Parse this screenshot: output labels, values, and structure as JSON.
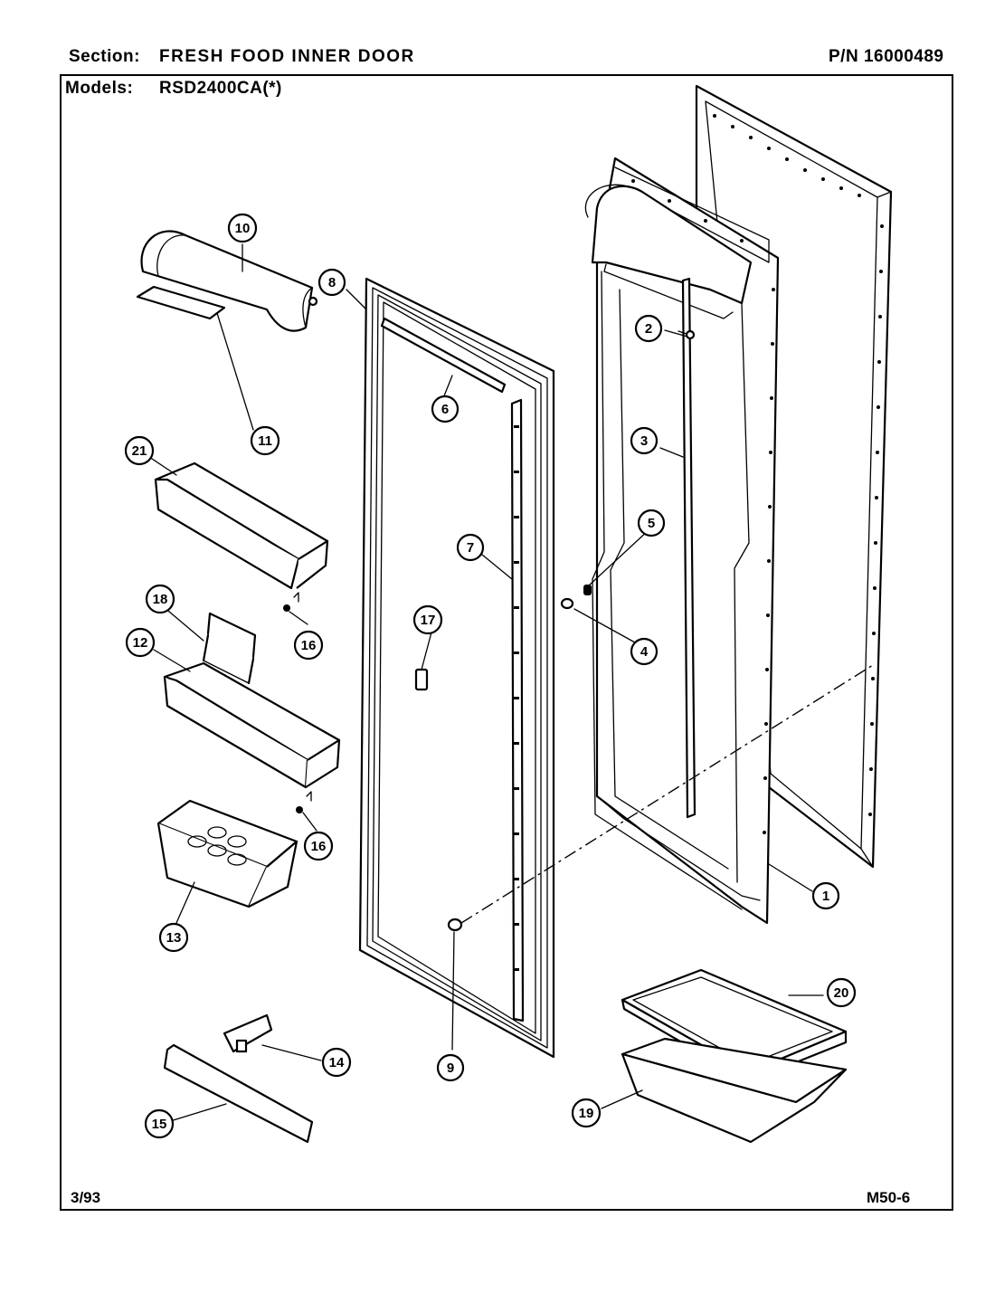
{
  "header": {
    "section_label": "Section:",
    "section_value": "FRESH FOOD INNER DOOR",
    "part_number": "P/N 16000489",
    "models_label": "Models:",
    "models_value": "RSD2400CA(*)"
  },
  "footer": {
    "date": "3/93",
    "code": "M50-6"
  },
  "callouts": {
    "c1": "1",
    "c2": "2",
    "c3": "3",
    "c4": "4",
    "c5": "5",
    "c6": "6",
    "c7": "7",
    "c8": "8",
    "c9": "9",
    "c10": "10",
    "c11": "11",
    "c12": "12",
    "c13": "13",
    "c14": "14",
    "c15": "15",
    "c16a": "16",
    "c16b": "16",
    "c17": "17",
    "c18": "18",
    "c19": "19",
    "c20": "20",
    "c21": "21"
  }
}
